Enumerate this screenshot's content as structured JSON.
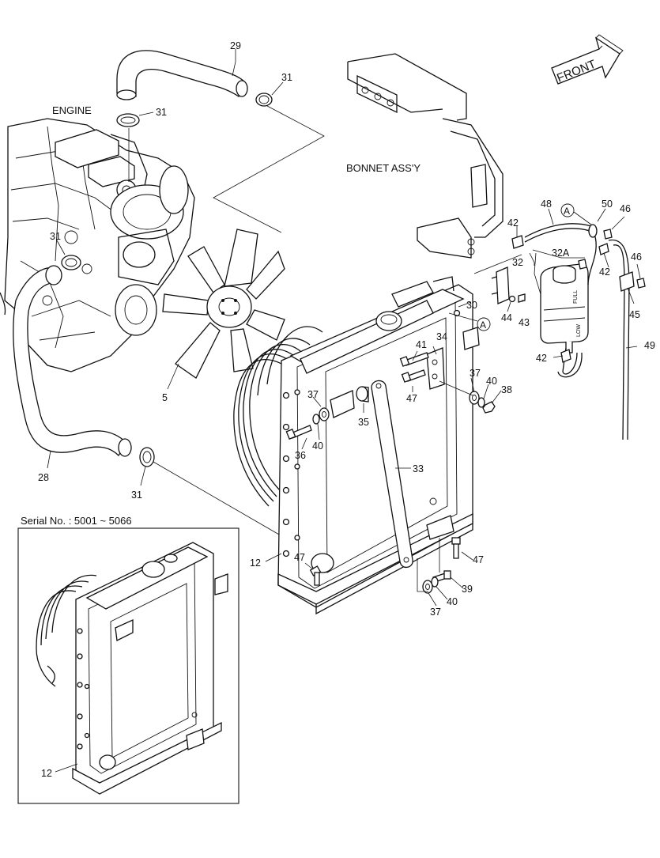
{
  "labels": {
    "front": "FRONT",
    "engine": "ENGINE",
    "bonnet": "BONNET ASS'Y",
    "serial": "Serial No. : 5001 ~ 5066",
    "tank_full": "FULL",
    "tank_low": "LOW"
  },
  "ref_marker": "A",
  "callouts": {
    "c29": "29",
    "c31a": "31",
    "c31b": "31",
    "c31c": "31",
    "c31d": "31",
    "c28": "28",
    "c5": "5",
    "c12a": "12",
    "c12b": "12",
    "c30": "30",
    "c32": "32",
    "c32a": "32A",
    "c33": "33",
    "c34": "34",
    "c35": "35",
    "c36": "36",
    "c37a": "37",
    "c37b": "37",
    "c37c": "37",
    "c38": "38",
    "c39": "39",
    "c40a": "40",
    "c40b": "40",
    "c40c": "40",
    "c41": "41",
    "c42a": "42",
    "c42b": "42",
    "c42c": "42",
    "c43": "43",
    "c44": "44",
    "c45": "45",
    "c46a": "46",
    "c46b": "46",
    "c47a": "47",
    "c47b": "47",
    "c47c": "47",
    "c48": "48",
    "c49": "49",
    "c50": "50"
  }
}
